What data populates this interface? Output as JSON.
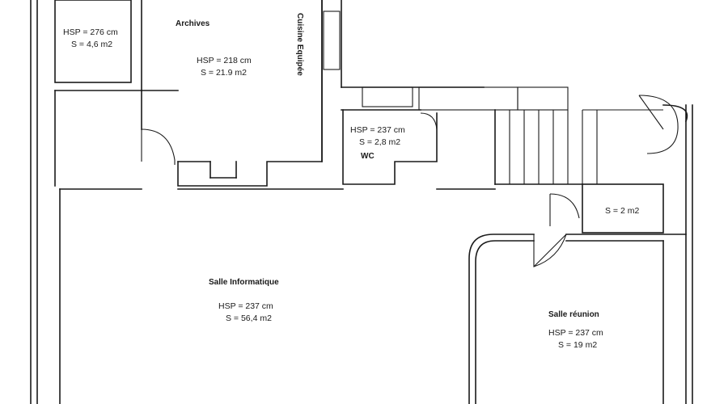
{
  "rooms": {
    "small_room": {
      "hsp": "HSP = 276 cm",
      "area": "S = 4,6 m2"
    },
    "archives": {
      "name": "Archives",
      "hsp": "HSP = 218 cm",
      "area": "S = 21.9 m2"
    },
    "kitchen": {
      "name": "Cuisine Equipée"
    },
    "wc": {
      "name": "WC",
      "hsp": "HSP = 237 cm",
      "area": "S = 2,8 m2"
    },
    "storage": {
      "area": "S = 2 m2"
    },
    "salle_informatique": {
      "name": "Salle Informatique",
      "hsp": "HSP = 237 cm",
      "area": "S = 56,4 m2"
    },
    "salle_reunion": {
      "name": "Salle réunion",
      "hsp": "HSP = 237 cm",
      "area": "S = 19 m2"
    }
  }
}
